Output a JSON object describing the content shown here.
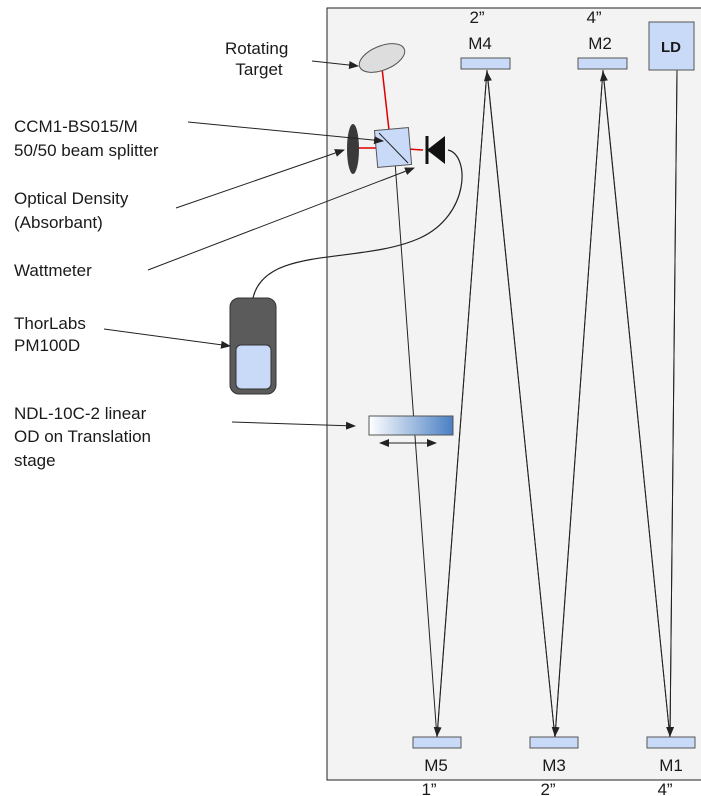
{
  "labels": {
    "rotating_target": [
      "Rotating",
      "Target"
    ],
    "beam_splitter": [
      "CCM1-BS015/M",
      "50/50 beam splitter"
    ],
    "optical_density": [
      "Optical Density",
      "(Absorbant)"
    ],
    "wattmeter": "Wattmeter",
    "power_meter": [
      "ThorLabs",
      "PM100D"
    ],
    "linear_od": [
      "NDL-10C-2 linear",
      "OD  on Translation",
      "stage"
    ]
  },
  "mirrors": {
    "m4": {
      "name": "M4",
      "size": "2”"
    },
    "m2": {
      "name": "M2",
      "size": "4”"
    },
    "m5": {
      "name": "M5",
      "size": "1”"
    },
    "m3": {
      "name": "M3",
      "size": "2”"
    },
    "m1": {
      "name": "M1",
      "size": "4”"
    }
  },
  "laser_diode": "LD",
  "colors": {
    "bench": "#f3f3f3",
    "component_fill": "#c9daf8",
    "component_stroke": "#555555",
    "laser_beam": "#e00000",
    "beam_path": "#222222",
    "gradient_start": "#ffffff",
    "gradient_end": "#4a7fc4",
    "power_meter_body": "#5b5b5b"
  },
  "icons": {
    "photodiode": "photodiode-icon",
    "od_filter": "od-filter-icon",
    "translation_arrow": "double-arrow-icon"
  }
}
